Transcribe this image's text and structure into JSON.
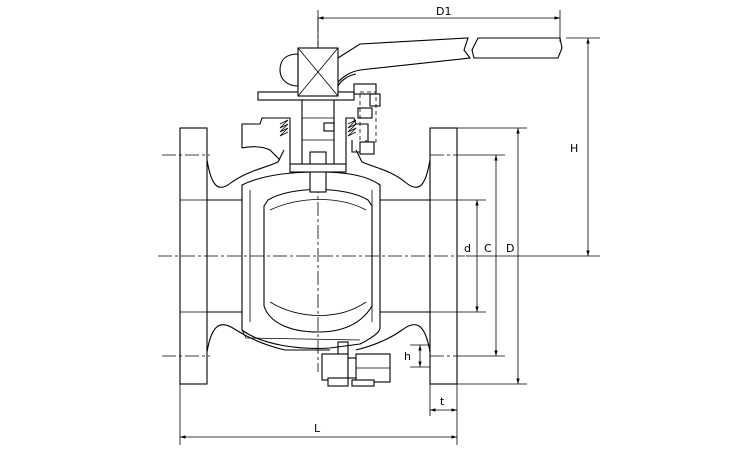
{
  "drawing": {
    "labels": {
      "d1": "D1",
      "h_top": "H",
      "d_small": "d",
      "c": "C",
      "d_large": "D",
      "h_small": "h",
      "t": "t",
      "l": "L"
    }
  }
}
